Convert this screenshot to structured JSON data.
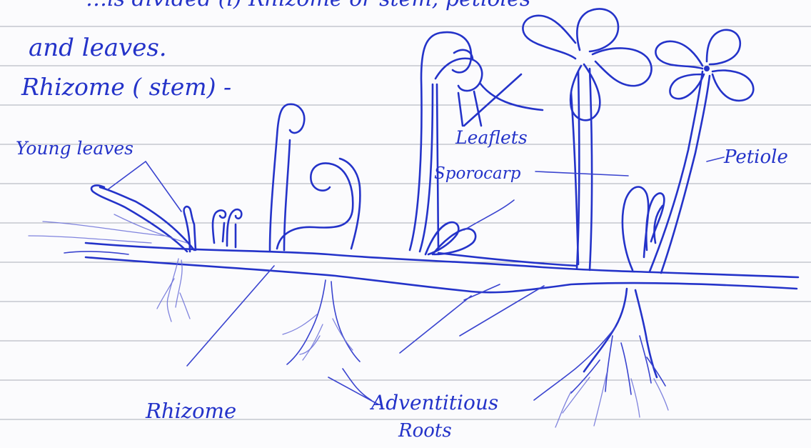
{
  "notes": {
    "top_line": "…is divided (i) Rhizome or stem, petioles",
    "line_1": "and leaves.",
    "line_2": "Rhizome ( stem) -"
  },
  "labels": {
    "young_leaves": "Young leaves",
    "leaflets": "Leaflets",
    "sporocarp": "Sporocarp",
    "petiole": "Petiole",
    "rhizome": "Rhizome",
    "adventitious_1": "Adventitious",
    "adventitious_2": "Roots"
  },
  "colors": {
    "ink": "#2433c9",
    "paper": "#fbfbfd",
    "rule": "#a9acb6"
  }
}
